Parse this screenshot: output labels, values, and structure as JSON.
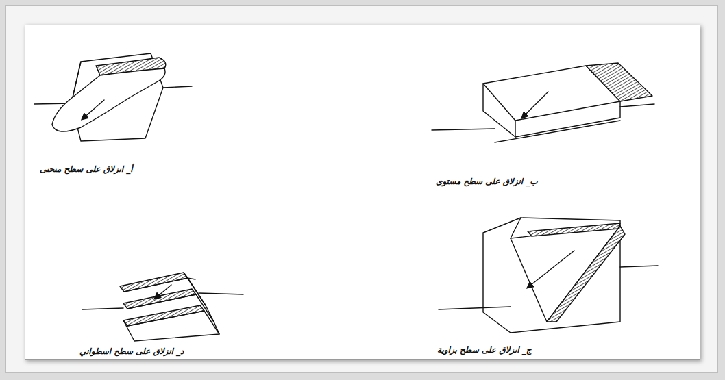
{
  "diagram": {
    "labels": [
      "أ_ انزلاق على سطح منحنى",
      "ب_ انزلاق على سطح مستوى",
      "ج_ انزلاق على سطح بزاوية",
      "د_ انزلاق على سطح اسطواني"
    ]
  }
}
